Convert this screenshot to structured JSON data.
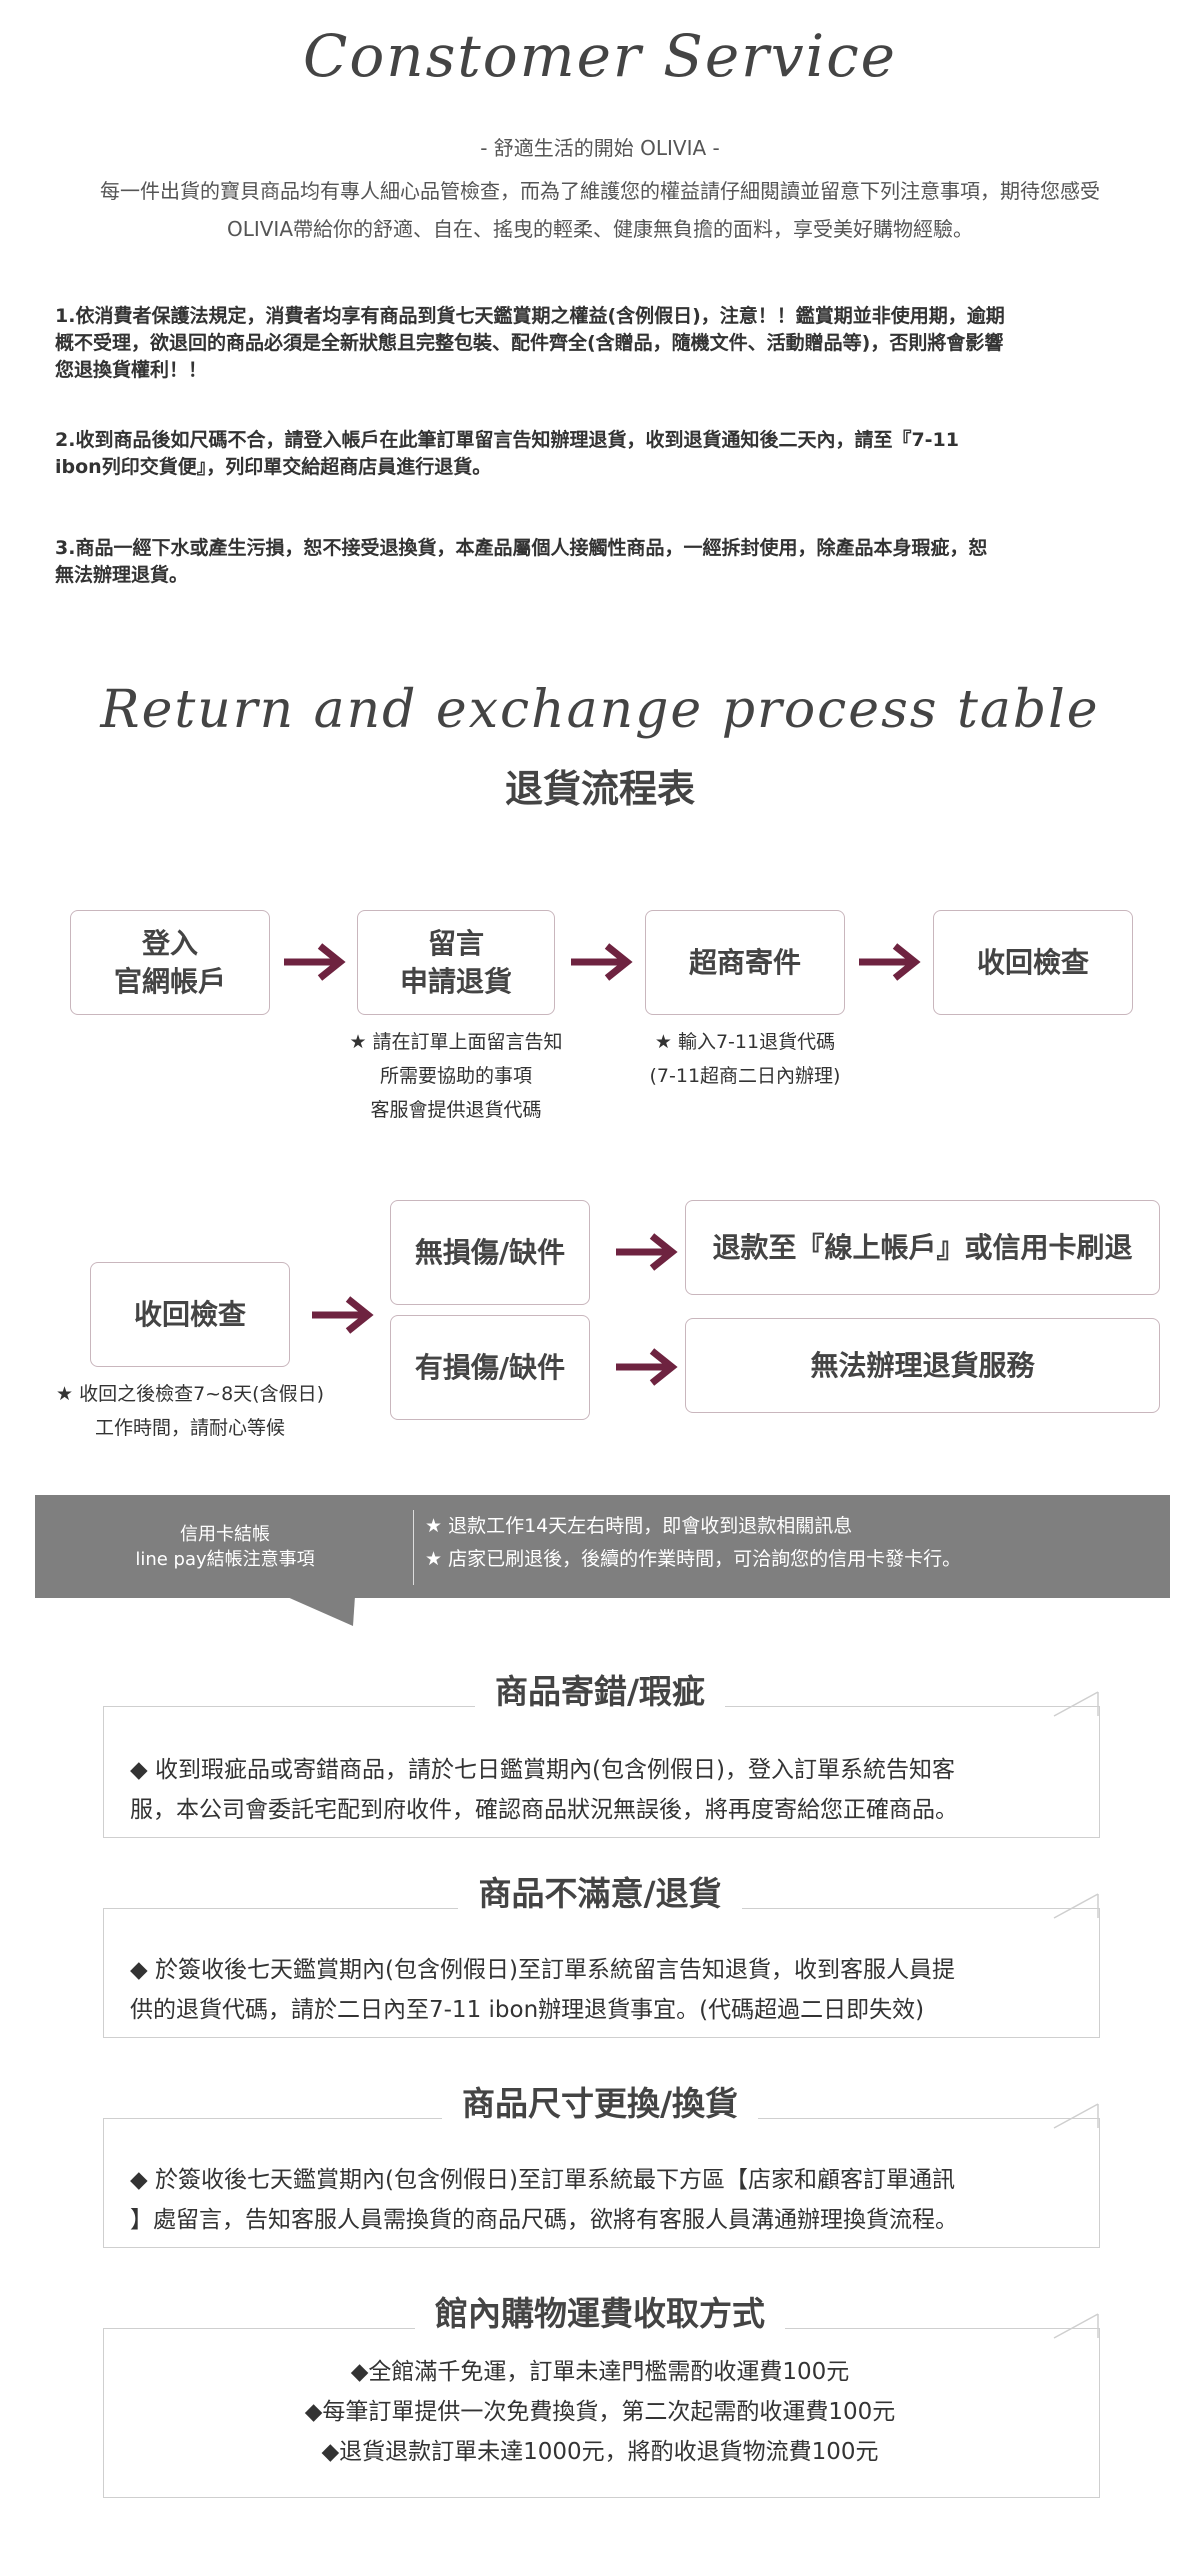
{
  "header": {
    "script_title": "Constomer Service",
    "tagline": "- 舒適生活的開始 OLIVIA -",
    "intro_line1": "每一件出貨的寶貝商品均有專人細心品管檢查，而為了維護您的權益請仔細閱讀並留意下列注意事項，期待您感受",
    "intro_line2": "OLIVIA帶給你的舒適、自在、搖曳的輕柔、健康無負擔的面料，享受美好購物經驗。"
  },
  "policies": [
    {
      "num": "1",
      "lines": [
        "1.依消費者保護法規定，消費者均享有商品到貨七天鑑賞期之權益(含例假日)，注意！！鑑賞期並非使用期，逾期",
        "概不受理，欲退回的商品必須是全新狀態且完整包裝、配件齊全(含贈品，隨機文件、活動贈品等)，否則將會影響",
        "您退換貨權利！！"
      ]
    },
    {
      "num": "2",
      "lines": [
        "2.收到商品後如尺碼不合，請登入帳戶在此筆訂單留言告知辦理退貨，收到退貨通知後二天內，請至『7-11",
        "ibon列印交貨便』，列印單交給超商店員進行退貨。"
      ]
    },
    {
      "num": "3",
      "lines": [
        "3.商品一經下水或產生污損，恕不接受退換貨，本產品屬個人接觸性商品，一經拆封使用，除產品本身瑕疵，恕",
        "無法辦理退貨。"
      ]
    }
  ],
  "process": {
    "script_title": "Return and exchange process table",
    "title": "退貨流程表",
    "steps": [
      {
        "line1": "登入",
        "line2": "官網帳戶"
      },
      {
        "line1": "留言",
        "line2": "申請退貨"
      },
      {
        "line1": "超商寄件",
        "line2": ""
      },
      {
        "line1": "收回檢查",
        "line2": ""
      }
    ],
    "note_step2": [
      "★ 請在訂單上面留言告知",
      "所需要協助的事項",
      "客服會提供退貨代碼"
    ],
    "note_step3": [
      "★ 輸入7-11退貨代碼",
      "(7-11超商二日內辦理)"
    ],
    "inspect_label": "收回檢查",
    "inspect_note": [
      "★ 收回之後檢查7~8天(含假日)",
      "工作時間，請耐心等候"
    ],
    "no_damage": "無損傷/缺件",
    "damage": "有損傷/缺件",
    "refund": "退款至『線上帳戶』或信用卡刷退",
    "no_service": "無法辦理退貨服務"
  },
  "banner": {
    "left_line1": "信用卡結帳",
    "left_line2": "line pay結帳注意事項",
    "right_line1": "★ 退款工作14天左右時間，即會收到退款相關訊息",
    "right_line2": "★ 店家已刷退後，後續的作業時間，可洽詢您的信用卡發卡行。"
  },
  "sections": [
    {
      "title": "商品寄錯/瑕疵",
      "lines": [
        "◆ 收到瑕疵品或寄錯商品，請於七日鑑賞期內(包含例假日)，登入訂單系統告知客",
        "服，本公司會委託宅配到府收件，確認商品狀況無誤後，將再度寄給您正確商品。"
      ]
    },
    {
      "title": "商品不滿意/退貨",
      "lines": [
        "◆ 於簽收後七天鑑賞期內(包含例假日)至訂單系統留言告知退貨，收到客服人員提",
        "供的退貨代碼，請於二日內至7-11 ibon辦理退貨事宜。(代碼超過二日即失效)"
      ]
    },
    {
      "title": "商品尺寸更換/換貨",
      "lines": [
        "◆ 於簽收後七天鑑賞期內(包含例假日)至訂單系統最下方區【店家和顧客訂單通訊",
        "】處留言，告知客服人員需換貨的商品尺碼，欲將有客服人員溝通辦理換貨流程。"
      ]
    },
    {
      "title": "館內購物運費收取方式",
      "lines": [
        "◆全館滿千免運，訂單未達門檻需酌收運費100元",
        "◆每筆訂單提供一次免費換貨，第二次起需酌收運費100元",
        "◆退貨退款訂單未達1000元，將酌收退貨物流費100元"
      ]
    }
  ],
  "colors": {
    "arrow": "#6e2340",
    "box_border": "#c9b6bd",
    "banner": "#7f7f7f"
  }
}
